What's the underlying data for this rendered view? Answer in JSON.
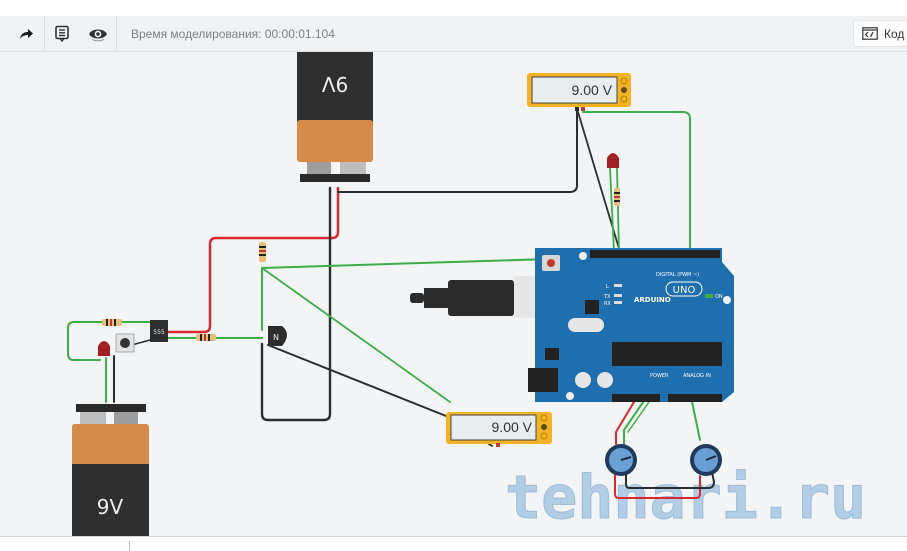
{
  "toolbar": {
    "redo_icon": "redo-arrow-icon",
    "notes_icon": "notes-icon",
    "view_icon": "eye-icon",
    "simulation_time_label": "Время моделирования: 00:00:01.104",
    "code_button_label": "Код",
    "code_icon": "code-window-icon"
  },
  "circuit": {
    "battery_top": {
      "label": "9V"
    },
    "battery_bottom": {
      "label": "9V"
    },
    "multimeter_top": {
      "reading": "9.00 V"
    },
    "multimeter_bottom": {
      "reading": "9.00 V"
    },
    "arduino": {
      "brand": "ARDUINO",
      "model": "UNO",
      "digital_label": "DIGITAL (PWM ~)",
      "power_label": "POWER",
      "analog_label": "ANALOG IN",
      "on_label": "ON",
      "tx_label": "TX",
      "rx_label": "RX",
      "l_label": "L"
    },
    "transistor": {
      "label": "N"
    },
    "timer_chip": {
      "label": "555"
    }
  },
  "watermark": {
    "text": "tehnari.ru"
  },
  "colors": {
    "wire_red": "#d9282f",
    "wire_green": "#3fae49",
    "wire_black": "#2d2d2d",
    "arduino_blue": "#1f6fae",
    "battery_orange": "#d58b4a",
    "battery_dark": "#2f2f2f",
    "meter_yellow": "#f3b324"
  }
}
